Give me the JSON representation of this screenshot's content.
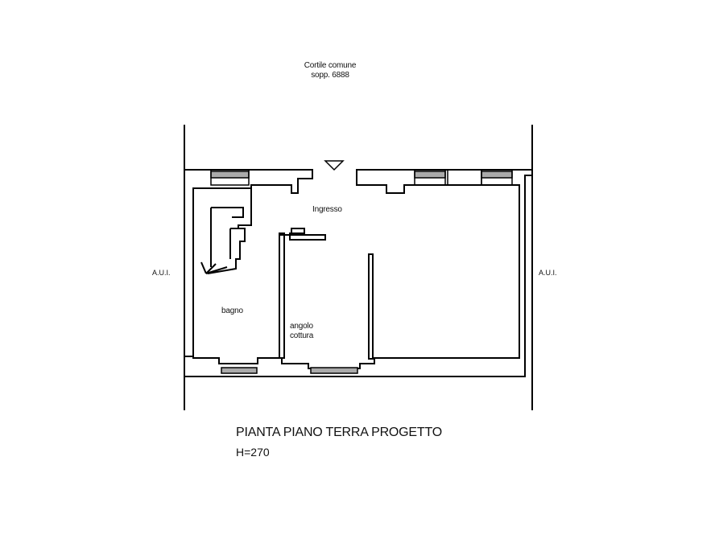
{
  "header": {
    "line1": "Cortile comune",
    "line2": "sopp. 6888"
  },
  "rooms": {
    "ingresso": "Ingresso",
    "bagno": "bagno",
    "angolo_line1": "angolo",
    "angolo_line2": "cottura"
  },
  "sides": {
    "left": "A.U.I.",
    "right": "A.U.I."
  },
  "footer": {
    "title": "PIANTA PIANO TERRA PROGETTO",
    "height": "H=270"
  }
}
